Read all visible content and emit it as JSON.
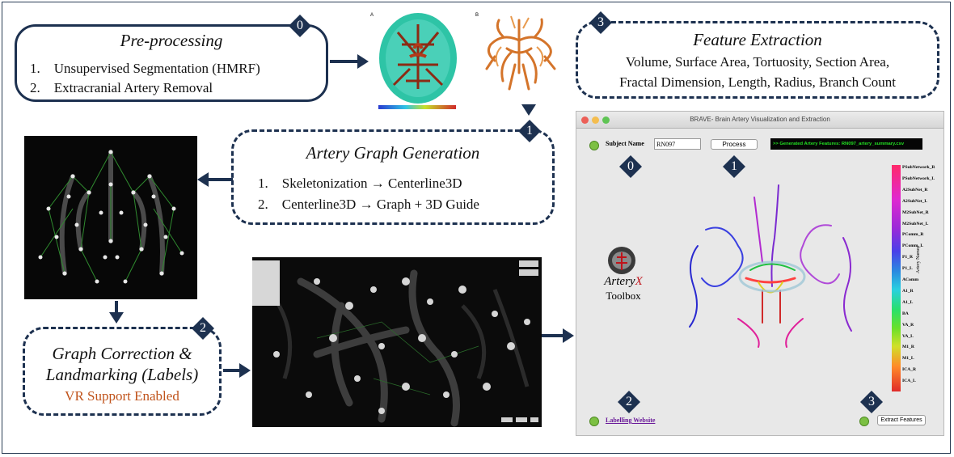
{
  "preprocessing": {
    "badge": "0",
    "title": "Pre-processing",
    "items": [
      "Unsupervised Segmentation (HMRF)",
      "Extracranial Artery Removal"
    ],
    "image_labels": [
      "A",
      "B"
    ]
  },
  "feature_extraction": {
    "badge": "3",
    "title": "Feature Extraction",
    "line1": "Volume,  Surface Area,  Tortuosity,  Section Area,",
    "line2": "Fractal Dimension,  Length,  Radius, Branch Count"
  },
  "graph_generation": {
    "badge": "1",
    "title": "Artery Graph Generation",
    "items": [
      "Skeletonization → Centerline3D",
      "Centerline3D  →  Graph + 3D Guide"
    ]
  },
  "graph_correction": {
    "badge": "2",
    "title_line1": "Graph Correction &",
    "title_line2": "Landmarking (Labels)",
    "vr": "VR Support Enabled"
  },
  "app": {
    "window_title": "BRAVE- Brain Artery Visualization and Extraction",
    "subject_label": "Subject Name",
    "subject_value": "RN097",
    "process_button": "Process",
    "status": ">> Generated Artery Features: RN097_artery_summary.csv",
    "badges": [
      "0",
      "1",
      "2",
      "3"
    ],
    "logo_text1": "Artery",
    "logo_text2": "X",
    "logo_text3": "Toolbox",
    "labelling_link": "Labelling Website",
    "extract_button": "Extract Features",
    "colorbar_title": "Artery Names",
    "colorbar_labels": [
      "PSubNetwork_R",
      "PSubNetwork_L",
      "A2SubNet_R",
      "A2SubNet_L",
      "M2SubNet_R",
      "M2SubNet_L",
      "PComm_R",
      "PComm_L",
      "P1_R",
      "P1_L",
      "AComm",
      "A1_R",
      "A1_L",
      "BA",
      "VA_R",
      "VA_L",
      "M1_R",
      "M1_L",
      "ICA_R",
      "ICA_L"
    ]
  },
  "colors": {
    "box_border": "#1d3150",
    "vr_text": "#c0531b",
    "status_green": "#22e022"
  }
}
